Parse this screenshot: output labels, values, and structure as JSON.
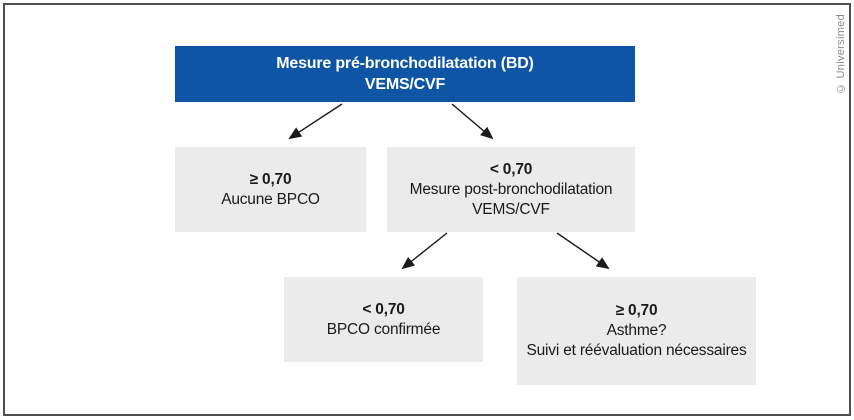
{
  "diagram": {
    "root": {
      "line1": "Mesure pré-bronchodilatation (BD)",
      "line2": "VEMS/CVF"
    },
    "no_bpco": {
      "value": "≥ 0,70",
      "line1": "Aucune BPCO"
    },
    "post_bd": {
      "value": "< 0,70",
      "line1": "Mesure post-bronchodilatation",
      "line2": "VEMS/CVF"
    },
    "bpco_confirmed": {
      "value": "< 0,70",
      "line1": "BPCO confirmée"
    },
    "asthme": {
      "value": "≥ 0,70",
      "line1": "Asthme?",
      "line2": "Suivi et réévaluation nécessaires"
    }
  },
  "credit": "© Universimed",
  "colors": {
    "primary_blue": "#0e56a5",
    "box_gray": "#ebebeb",
    "frame_border": "#4f4f4f",
    "arrow_black": "#1a1a1a",
    "text_dark": "#1a1a1a",
    "credit_gray": "#8a8a8a",
    "background": "#ffffff"
  }
}
